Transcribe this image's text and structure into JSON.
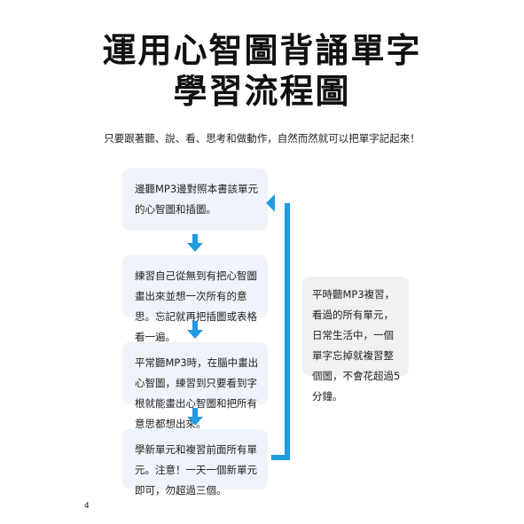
{
  "title": {
    "line1": "運用心智圖背誦單字",
    "line2": "學習流程圖"
  },
  "subtitle": "只要跟著聽、說、看、思考和做動作，自然而然就可以把單字記起來！",
  "steps": [
    {
      "text": "邊聽MP3邊對照本書該單元的心智圖和插圖。"
    },
    {
      "text": "練習自己從無到有把心智圖畫出來並想一次所有的意思。忘記就再把插圖或表格看一遍。"
    },
    {
      "text": "平常聽MP3時，在腦中畫出心智圖，練習到只要看到字根就能畫出心智圖和把所有意思都想出來。"
    },
    {
      "text": "學新單元和複習前面所有單元。注意！一天一個新單元即可，勿超過三個。"
    }
  ],
  "side_note": {
    "text": "平時聽MP3複習，看過的所有單元，日常生活中，一個單字忘掉就複習整個圖，不會花超過5分鐘。"
  },
  "colors": {
    "arrow": "#1f9be0",
    "step_box": "#eef4f9",
    "side_box": "#f1f1f1"
  },
  "page_number": "4"
}
